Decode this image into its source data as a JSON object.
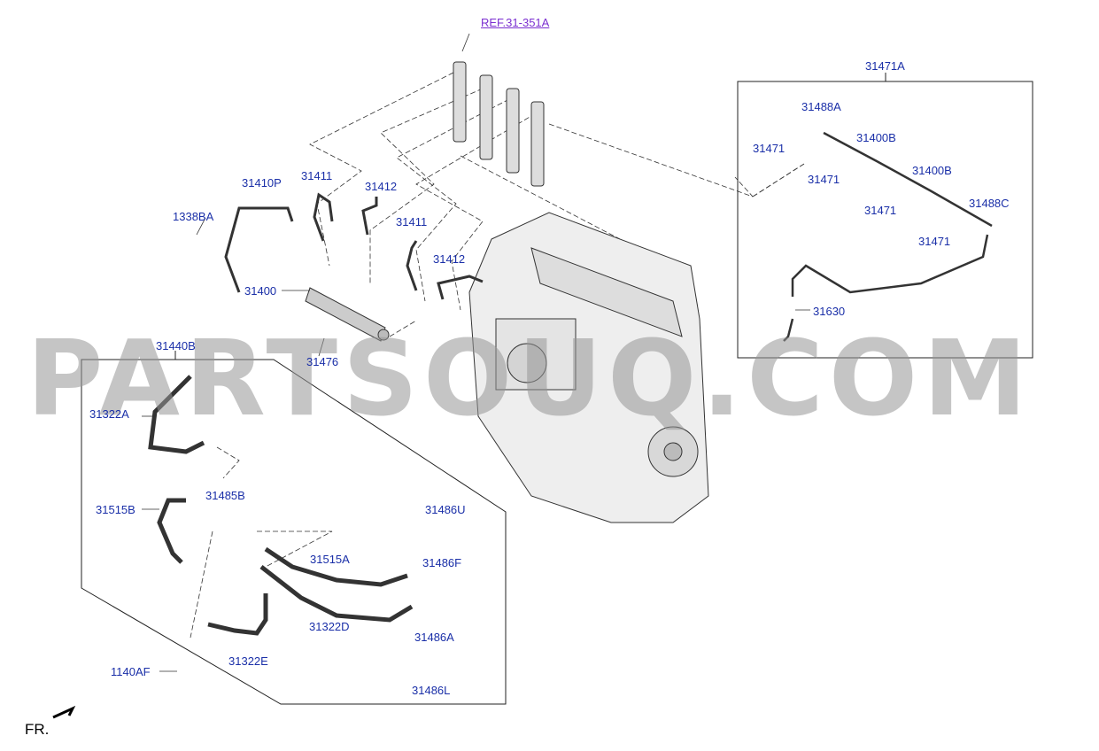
{
  "watermark": "PARTSOUQ.COM",
  "ref_label": "REF.31-351A",
  "front_label": "FR.",
  "parts": {
    "p31471A": "31471A",
    "p31488A": "31488A",
    "p31400B_1": "31400B",
    "p31400B_2": "31400B",
    "p31471_1": "31471",
    "p31471_2": "31471",
    "p31471_3": "31471",
    "p31471_4": "31471",
    "p31488C": "31488C",
    "p31630": "31630",
    "p31410P": "31410P",
    "p1338BA": "1338BA",
    "p31411_1": "31411",
    "p31412_1": "31412",
    "p31411_2": "31411",
    "p31412_2": "31412",
    "p31400": "31400",
    "p31476": "31476",
    "p31440B": "31440B",
    "p31322A": "31322A",
    "p31515B": "31515B",
    "p31485B": "31485B",
    "p31486U": "31486U",
    "p31515A": "31515A",
    "p31486F": "31486F",
    "p31322D": "31322D",
    "p31486A": "31486A",
    "p31322E": "31322E",
    "p1140AF": "1140AF",
    "p31486L": "31486L"
  }
}
